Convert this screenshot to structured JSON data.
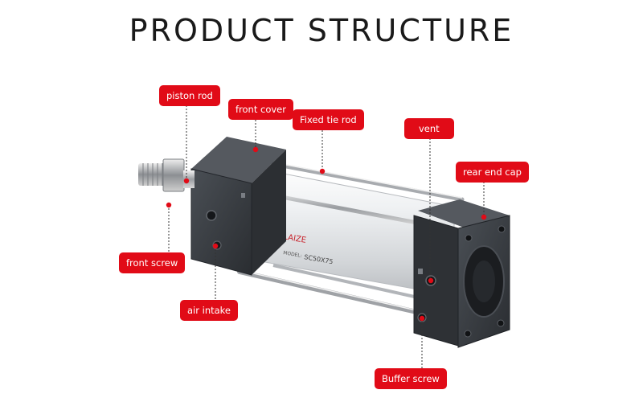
{
  "title": "PRODUCT STRUCTURE",
  "product": {
    "brand": "LAIZE",
    "model_label": "MODEL:",
    "model": "SC50X75"
  },
  "colors": {
    "label_bg": "#e10b17",
    "label_text": "#ffffff",
    "cap": "#3a3e43",
    "barrel": "#e3e5e7",
    "brand": "#c8232c"
  },
  "labels": {
    "piston_rod": "piston rod",
    "front_cover": "front cover",
    "fixed_tie_rod": "Fixed tie rod",
    "vent": "vent",
    "rear_end_cap": "rear end cap",
    "front_screw": "front screw",
    "air_intake": "air intake",
    "buffer_screw": "Buffer screw"
  }
}
